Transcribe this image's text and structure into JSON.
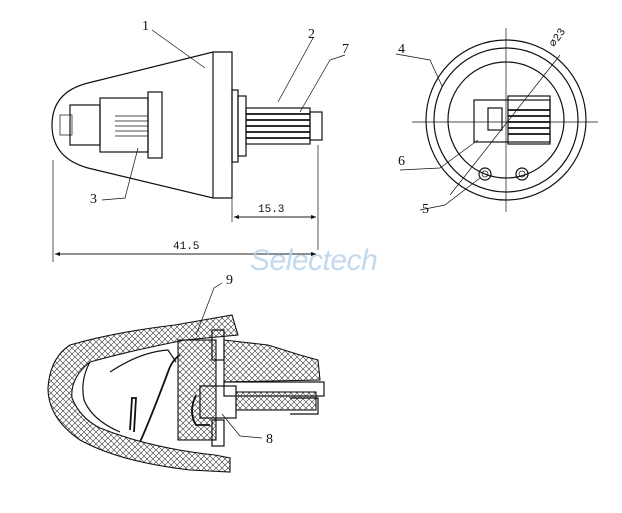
{
  "watermark": "Selectech",
  "labels": {
    "l1": "1",
    "l2": "2",
    "l3": "3",
    "l4": "4",
    "l5": "5",
    "l6": "6",
    "l7": "7",
    "l8": "8",
    "l9": "9"
  },
  "dimensions": {
    "length_short": "15.3",
    "length_total": "41.5",
    "diameter": "⌀23"
  }
}
